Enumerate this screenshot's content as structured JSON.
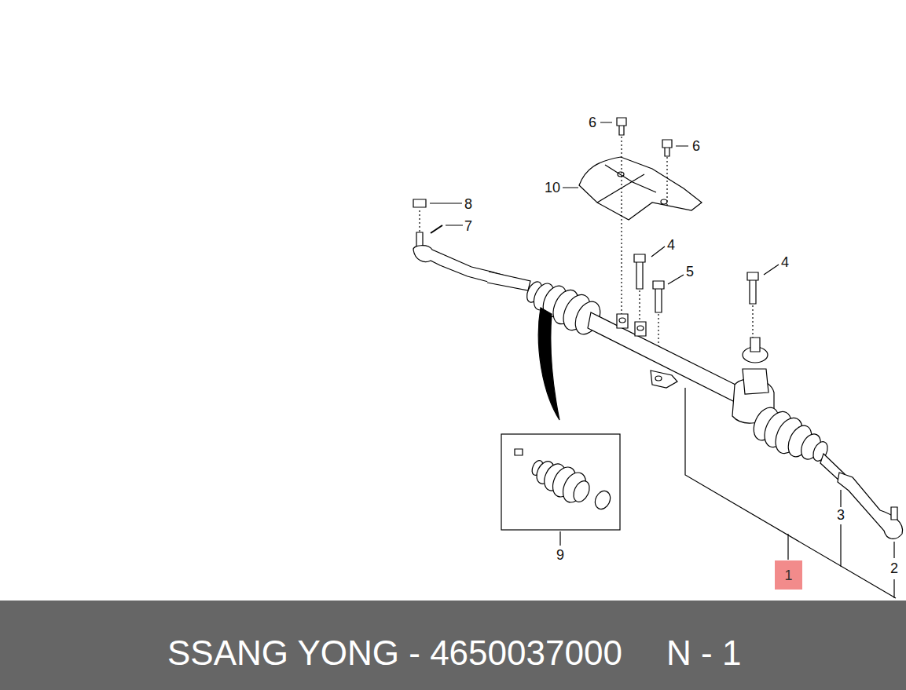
{
  "diagram": {
    "nodes": [
      {
        "text": [
          "1"
        ]
      },
      {
        "text": [
          "SSANG YONG - 4650037000",
          "N - 1"
        ]
      }
    ],
    "edges": [],
    "labels": [
      "6",
      "6",
      "10",
      "8",
      "7",
      "4",
      "5",
      "4",
      "9",
      "3",
      "2"
    ]
  }
}
